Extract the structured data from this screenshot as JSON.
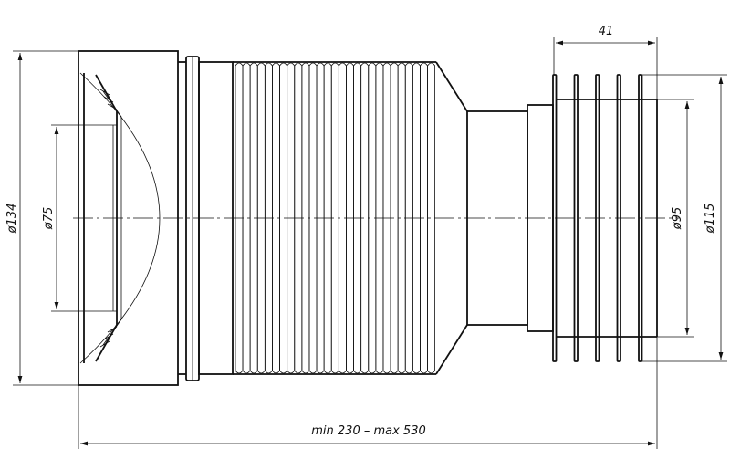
{
  "drawing": {
    "title": "Flexible toilet connector drawing",
    "dimensions": {
      "outer_diameter_inlet": "ø134",
      "inner_diameter_inlet": "ø75",
      "fin_length": "41",
      "outlet_inner_diameter": "ø95",
      "outlet_fin_diameter": "ø115",
      "length_range": "min 230 – max 530"
    },
    "outlet_fin_count": 5,
    "line_color": "#111111"
  }
}
